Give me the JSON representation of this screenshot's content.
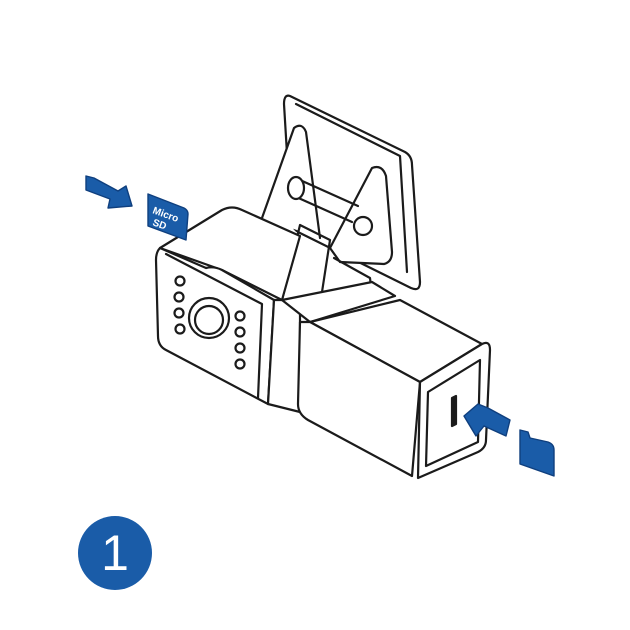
{
  "diagram": {
    "sd_card_label_line1": "Micro",
    "sd_card_label_line2": "SD",
    "step_number": "1"
  },
  "colors": {
    "accent_blue": "#1a5ca8",
    "accent_dark": "#0f3f7e",
    "line": "#1b1b1b",
    "background": "#ffffff"
  },
  "icons": {
    "dashcam": "dashcam-device-icon",
    "mount": "windshield-mount-icon",
    "arrow": "insert-arrow-icon",
    "sd_card": "micro-sd-card-icon"
  }
}
